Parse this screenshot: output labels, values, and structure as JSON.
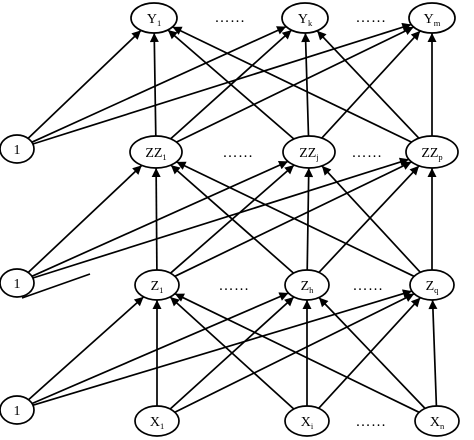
{
  "diagram": {
    "ellipsis": "……",
    "nodes": {
      "b1": {
        "label": "1",
        "sub": ""
      },
      "b2": {
        "label": "1",
        "sub": ""
      },
      "b3": {
        "label": "1",
        "sub": ""
      },
      "y1": {
        "label": "Y",
        "sub": "1"
      },
      "yk": {
        "label": "Y",
        "sub": "k"
      },
      "ym": {
        "label": "Y",
        "sub": "m"
      },
      "zz1": {
        "label": "ZZ",
        "sub": "1"
      },
      "zzj": {
        "label": "ZZ",
        "sub": "j"
      },
      "zzp": {
        "label": "ZZ",
        "sub": "p"
      },
      "z1": {
        "label": "Z",
        "sub": "1"
      },
      "zh": {
        "label": "Z",
        "sub": "h"
      },
      "zq": {
        "label": "Z",
        "sub": "q"
      },
      "x1": {
        "label": "X",
        "sub": "1"
      },
      "xi": {
        "label": "X",
        "sub": "i"
      },
      "xn": {
        "label": "X",
        "sub": "n"
      }
    }
  }
}
